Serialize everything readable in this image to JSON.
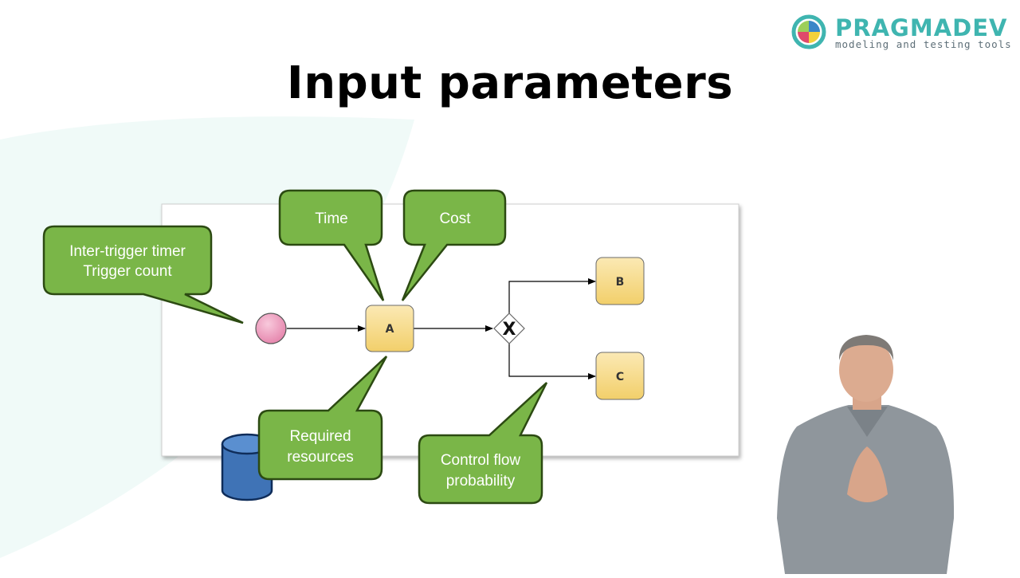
{
  "slide": {
    "title": "Input parameters"
  },
  "logo": {
    "name": "PRAGMADEV",
    "tagline": "modeling and testing tools"
  },
  "diagram": {
    "tasks": {
      "a": "A",
      "b": "B",
      "c": "C"
    },
    "gateway_symbol": "X",
    "callouts": {
      "trigger": [
        "Inter-trigger timer",
        "Trigger count"
      ],
      "time": [
        "Time"
      ],
      "cost": [
        "Cost"
      ],
      "resources": [
        "Required",
        "resources"
      ],
      "control_flow": [
        "Control flow",
        "probability"
      ]
    }
  },
  "colors": {
    "callout_fill": "#7ab648",
    "callout_border": "#2c4a12",
    "task_fill": "#f7dd8e",
    "start_event": "#ee9fbf",
    "database": "#3f73b6",
    "logo_teal": "#3fb5b0"
  }
}
